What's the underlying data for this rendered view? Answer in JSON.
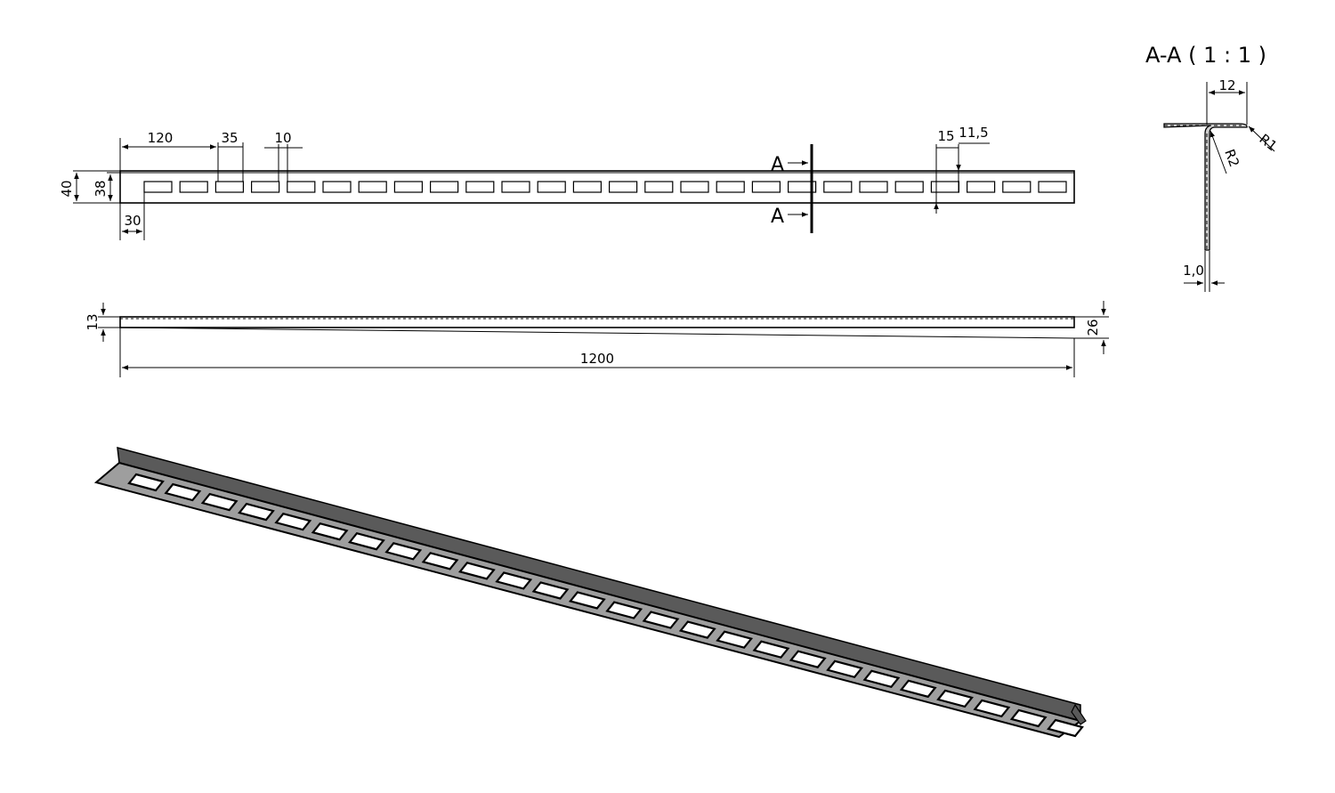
{
  "section_title": "A-A ( 1 : 1 )",
  "section_label": "A",
  "top_view": {
    "slot_count": 26,
    "dims": {
      "offset_first": "120",
      "pitch": "35",
      "gap": "10",
      "slot_width": "15",
      "edge_offset": "11,5",
      "height_outer": "40",
      "height_inner": "38",
      "left_margin": "30"
    }
  },
  "side_view": {
    "dims": {
      "left_height": "13",
      "right_height": "26",
      "length": "1200"
    }
  },
  "section_view": {
    "dims": {
      "flange": "12",
      "radius_outer": "R1",
      "radius_inner": "R2",
      "thickness": "1,0"
    }
  },
  "iso_view": {
    "slot_count": 26,
    "colors": {
      "face": "#9e9e9e",
      "edge": "#000000",
      "slot": "#ffffff"
    }
  }
}
